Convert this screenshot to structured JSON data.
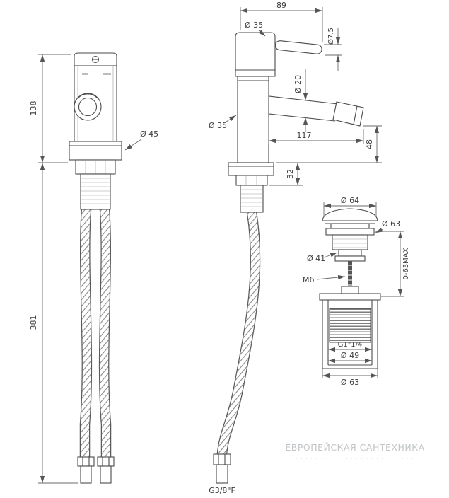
{
  "watermark": {
    "line1": "ЕВРОПЕЙСКАЯ САНТЕХНИКА",
    "line2": "· · · · · · · · · · · · · · · · · · · · · · · ·"
  },
  "front_view": {
    "dim_body_height": "138",
    "dim_hose_length": "381",
    "dim_base_diameter": "Ø 45"
  },
  "side_view": {
    "dim_top_length": "89",
    "dim_top_diameter": "Ø 35",
    "dim_handle_diameter": "Ø7.5",
    "dim_spout_diameter": "Ø 20",
    "dim_body_diameter": "Ø 35",
    "dim_spout_reach": "117",
    "dim_spout_height": "48",
    "dim_shank_height": "32",
    "hose_thread": "G3/8\"F"
  },
  "drain_view": {
    "dim_cap_diameter": "Ø 64",
    "dim_flange_diameter": "Ø 63",
    "dim_neck_diameter": "Ø 41",
    "dim_screw_thread": "M6",
    "dim_adjust_range": "0-63MAX",
    "dim_connection_thread": "G1\"1/4",
    "dim_inner_diameter": "Ø 49",
    "dim_bottom_diameter": "Ø 63"
  }
}
